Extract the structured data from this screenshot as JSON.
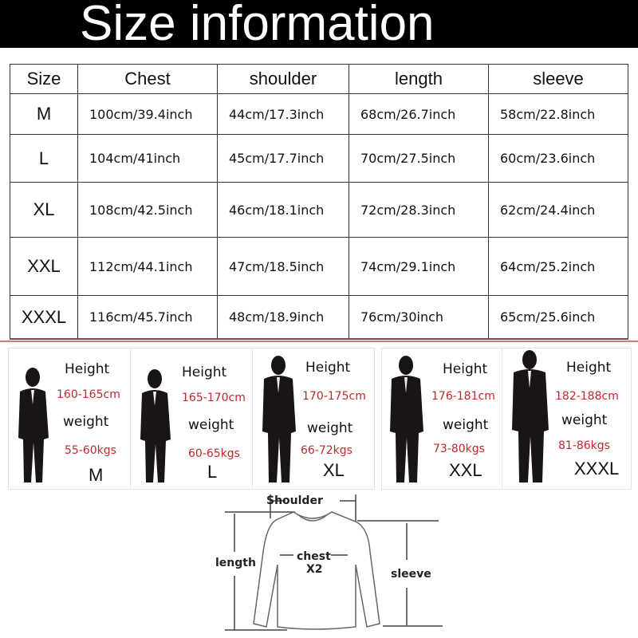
{
  "header": {
    "title": "Size information"
  },
  "size_table": {
    "columns": [
      "Size",
      "Chest",
      "shoulder",
      "length",
      "sleeve"
    ],
    "rows": [
      {
        "size": "M",
        "chest": "100cm/39.4inch",
        "shoulder": "44cm/17.3inch",
        "length": "68cm/26.7inch",
        "sleeve": "58cm/22.8inch"
      },
      {
        "size": "L",
        "chest": "104cm/41inch",
        "shoulder": "45cm/17.7inch",
        "length": "70cm/27.5inch",
        "sleeve": "60cm/23.6inch"
      },
      {
        "size": "XL",
        "chest": "108cm/42.5inch",
        "shoulder": "46cm/18.1inch",
        "length": "72cm/28.3inch",
        "sleeve": "62cm/24.4inch"
      },
      {
        "size": "XXL",
        "chest": "112cm/44.1inch",
        "shoulder": "47cm/18.5inch",
        "length": "74cm/29.1inch",
        "sleeve": "64cm/25.2inch"
      },
      {
        "size": "XXXL",
        "chest": "116cm/45.7inch",
        "shoulder": "48cm/18.9inch",
        "length": "76cm/30inch",
        "sleeve": "65cm/25.6inch"
      }
    ]
  },
  "fit_guide": {
    "height_label": "Height",
    "weight_label": "weight",
    "accent_color": "#c0282c",
    "panels": [
      {
        "size": "M",
        "height": "160-165cm",
        "weight": "55-60kgs"
      },
      {
        "size": "L",
        "height": "165-170cm",
        "weight": "60-65kgs"
      },
      {
        "size": "XL",
        "height": "170-175cm",
        "weight": "66-72kgs"
      },
      {
        "size": "XXL",
        "height": "176-181cm",
        "weight": "73-80kgs"
      },
      {
        "size": "XXXL",
        "height": "182-188cm",
        "weight": "81-86kgs"
      }
    ]
  },
  "measurement_diagram": {
    "shoulder": "Shoulder",
    "chest": "chest",
    "chest_multiplier": "X2",
    "length": "length",
    "sleeve": "sleeve"
  }
}
